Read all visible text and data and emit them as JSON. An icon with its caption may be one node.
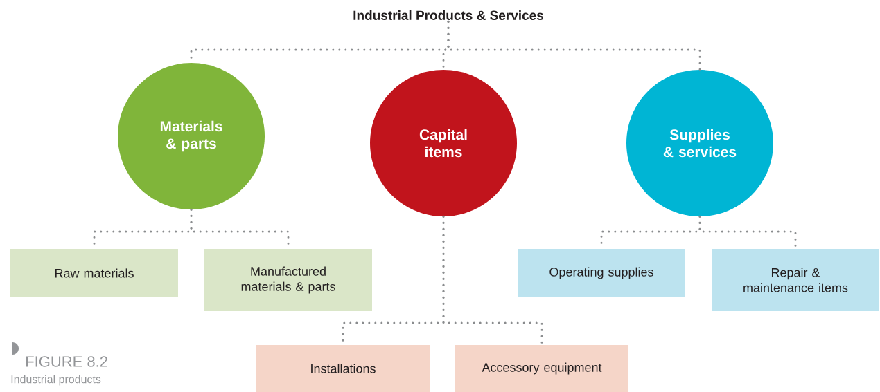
{
  "diagram": {
    "nodes": [
      {
        "text": [
          "Industrial Products & Services"
        ]
      },
      {
        "text": [
          "Materials & parts"
        ]
      },
      {
        "text": [
          "Capital items"
        ]
      },
      {
        "text": [
          "Supplies & services"
        ]
      },
      {
        "text": [
          "Raw materials"
        ]
      },
      {
        "text": [
          "Manufactured materials & parts"
        ]
      },
      {
        "text": [
          "Operating supplies"
        ]
      },
      {
        "text": [
          "Repair & maintenance items"
        ]
      },
      {
        "text": [
          "Installations"
        ]
      },
      {
        "text": [
          "Accessory equipment"
        ]
      }
    ],
    "edges": [
      {
        "from": 0,
        "to": 1,
        "arrow": "none"
      },
      {
        "from": 0,
        "to": 2,
        "arrow": "none"
      },
      {
        "from": 0,
        "to": 3,
        "arrow": "none"
      },
      {
        "from": 1,
        "to": 4,
        "arrow": "none"
      },
      {
        "from": 1,
        "to": 5,
        "arrow": "none"
      },
      {
        "from": 2,
        "to": 8,
        "arrow": "none"
      },
      {
        "from": 2,
        "to": 9,
        "arrow": "none"
      },
      {
        "from": 3,
        "to": 6,
        "arrow": "none"
      },
      {
        "from": 3,
        "to": 7,
        "arrow": "none"
      }
    ],
    "labels": [
      "FIGURE 8.2",
      "Industrial products"
    ]
  }
}
